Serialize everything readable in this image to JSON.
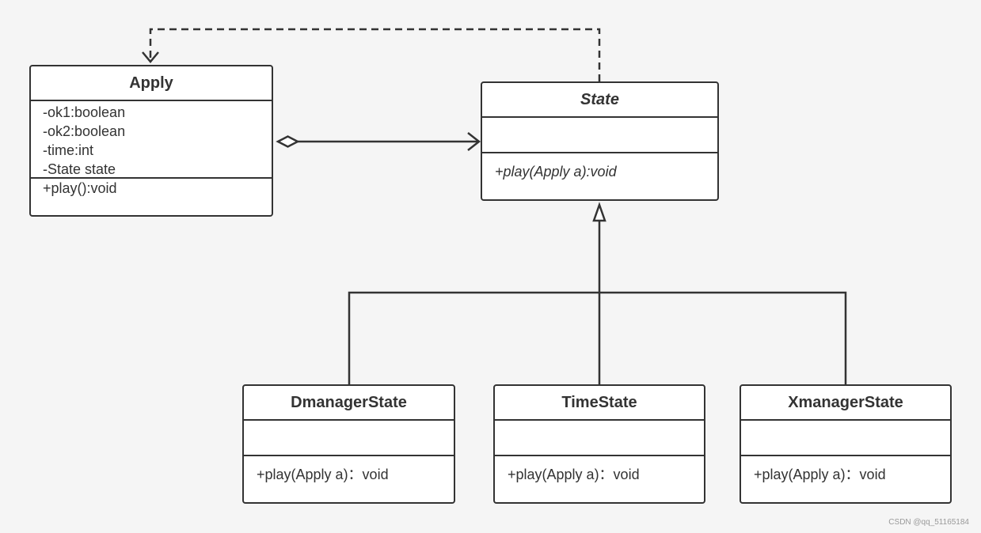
{
  "classes": {
    "apply": {
      "name": "Apply",
      "attributes": [
        "-ok1:boolean",
        "-ok2:boolean",
        "-time:int",
        "-State state"
      ],
      "operations": [
        "+play():void"
      ]
    },
    "state": {
      "name": "State",
      "abstract": true,
      "attributes": [],
      "operations": [
        "+play(Apply a):void"
      ]
    },
    "dmanager_state": {
      "name": "DmanagerState",
      "attributes": [],
      "operations": [
        "+play(Apply a)：void"
      ]
    },
    "time_state": {
      "name": "TimeState",
      "attributes": [],
      "operations": [
        "+play(Apply a)：void"
      ]
    },
    "xmanager_state": {
      "name": "XmanagerState",
      "attributes": [],
      "operations": [
        "+play(Apply a)：void"
      ]
    }
  },
  "relationships": [
    {
      "type": "aggregation",
      "from": "Apply",
      "to": "State",
      "navigable": true
    },
    {
      "type": "dependency",
      "from": "State",
      "to": "Apply"
    },
    {
      "type": "generalization",
      "from": "DmanagerState",
      "to": "State"
    },
    {
      "type": "generalization",
      "from": "TimeState",
      "to": "State"
    },
    {
      "type": "generalization",
      "from": "XmanagerState",
      "to": "State"
    }
  ],
  "watermark": "CSDN @qq_51165184",
  "colors": {
    "line": "#333333",
    "background": "#f5f5f5",
    "box": "#ffffff"
  }
}
